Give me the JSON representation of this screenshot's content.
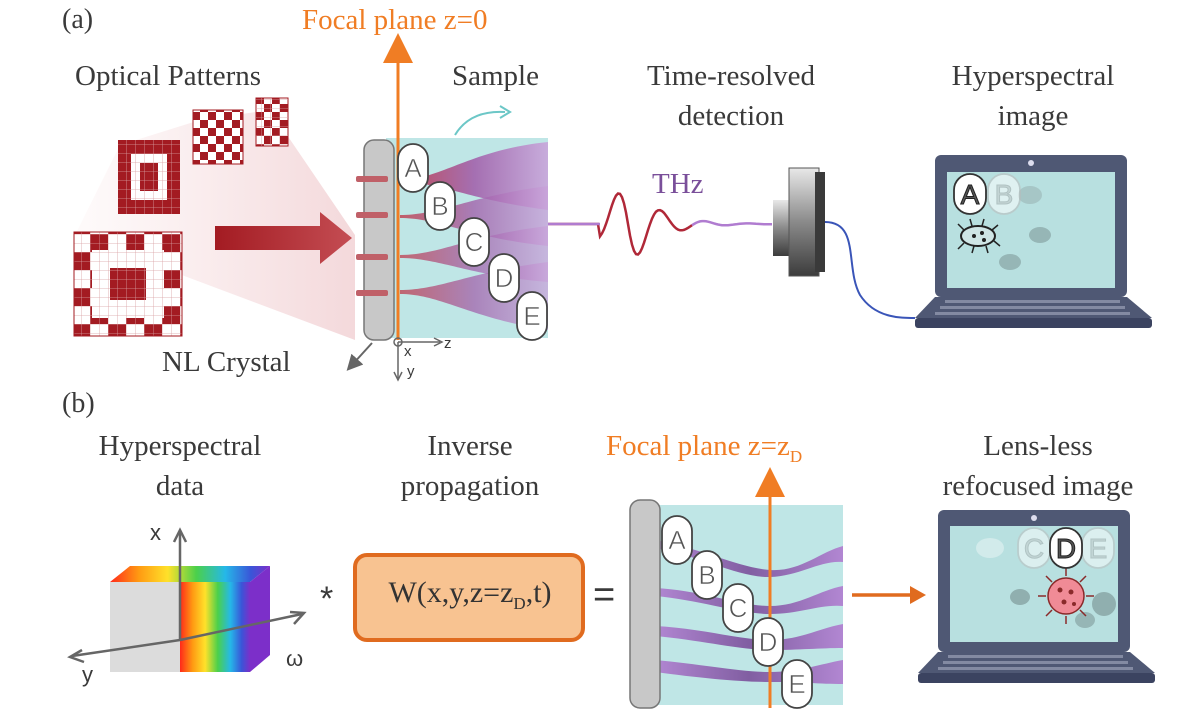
{
  "panel_a": {
    "label": "(a)",
    "focal_plane": "Focal plane z=0",
    "optical_patterns": "Optical Patterns",
    "sample": "Sample",
    "detection_line1": "Time-resolved",
    "detection_line2": "detection",
    "hyperspectral_line1": "Hyperspectral",
    "hyperspectral_line2": "image",
    "thz": "THz",
    "nl_crystal": "NL Crystal",
    "axis_x": "x",
    "axis_z": "z",
    "axis_y": "y",
    "sample_layers": [
      "A",
      "B",
      "C",
      "D",
      "E"
    ],
    "screen_letters": [
      "A",
      "B"
    ]
  },
  "panel_b": {
    "label": "(b)",
    "hs_data_line1": "Hyperspectral",
    "hs_data_line2": "data",
    "inverse_line1": "Inverse",
    "inverse_line2": "propagation",
    "focal_plane_prefix": "Focal plane z=z",
    "focal_plane_sub": "D",
    "refocused_line1": "Lens-less",
    "refocused_line2": "refocused image",
    "cube_axis_x": "x",
    "cube_axis_y": "y",
    "cube_axis_omega": "ω",
    "convolution": "*",
    "equals": "=",
    "formula_prefix": "W(x,y,z=z",
    "formula_sub": "D",
    "formula_suffix": ",t)",
    "sample_layers": [
      "A",
      "B",
      "C",
      "D",
      "E"
    ],
    "screen_letters": [
      "C",
      "D",
      "E"
    ]
  },
  "colors": {
    "accent_orange": "#f07d24",
    "pattern_red": "#a31b22",
    "sample_cyan": "#bfe6e6",
    "thz_purple": "#7a4f9a",
    "laptop_frame": "#4f5874",
    "screen": "#b8e0e0"
  }
}
